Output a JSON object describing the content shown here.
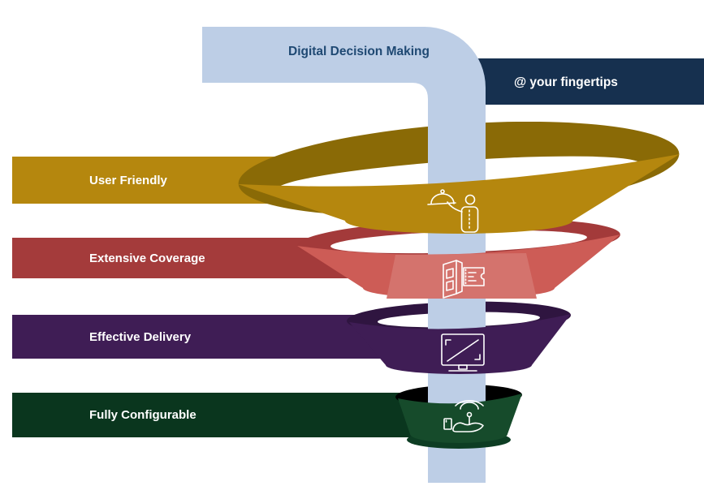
{
  "title": "Digital Decision Making",
  "title_color": "#1F4973",
  "tagline": "@ your fingertips",
  "tagline_bg": "#16304F",
  "pipe_color": "#BDCEE6",
  "funnel": {
    "levels": [
      {
        "label": "User Friendly",
        "icon": "waiter-service-icon",
        "banner_color": "#B5870E",
        "band_color": "#B5870E",
        "top_color": "#8A6A06"
      },
      {
        "label": "Extensive Coverage",
        "icon": "brochure-ticket-icon",
        "banner_color": "#A43B3B",
        "band_color": "#CD5C56",
        "top_color": "#A33A3A",
        "highlight_color": "#D4736D"
      },
      {
        "label": "Effective Delivery",
        "icon": "monitor-chart-icon",
        "banner_color": "#3F1D55",
        "band_color": "#3F1D55",
        "top_color": "#2F1540"
      },
      {
        "label": "Fully Configurable",
        "icon": "hand-signal-icon",
        "banner_color": "#0A361E",
        "band_color": "#164B2B",
        "top_color": "#000000",
        "bottom_color": "#0D3D23"
      }
    ]
  }
}
